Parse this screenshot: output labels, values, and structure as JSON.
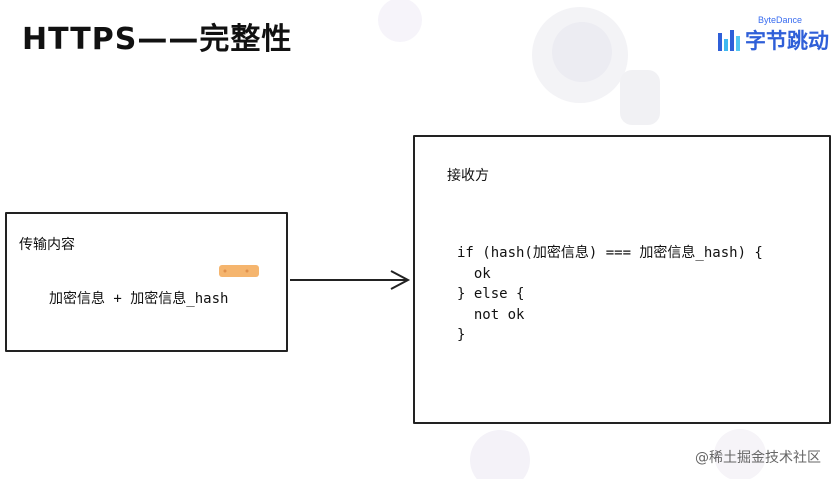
{
  "slide": {
    "title": "HTTPS——完整性",
    "logo": {
      "en": "ByteDance",
      "zh": "字节跳动"
    }
  },
  "sender": {
    "title": "传输内容",
    "content": "加密信息 + 加密信息_hash"
  },
  "receiver": {
    "title": "接收方",
    "code": [
      "if (hash(加密信息) === 加密信息_hash) {",
      "  ok",
      "} else {",
      "  not ok",
      "}"
    ]
  },
  "watermark": "@稀土掘金技术社区",
  "colors": {
    "brand": "#2f5fd8",
    "border": "#222222",
    "sticker": "#f5b56e"
  }
}
